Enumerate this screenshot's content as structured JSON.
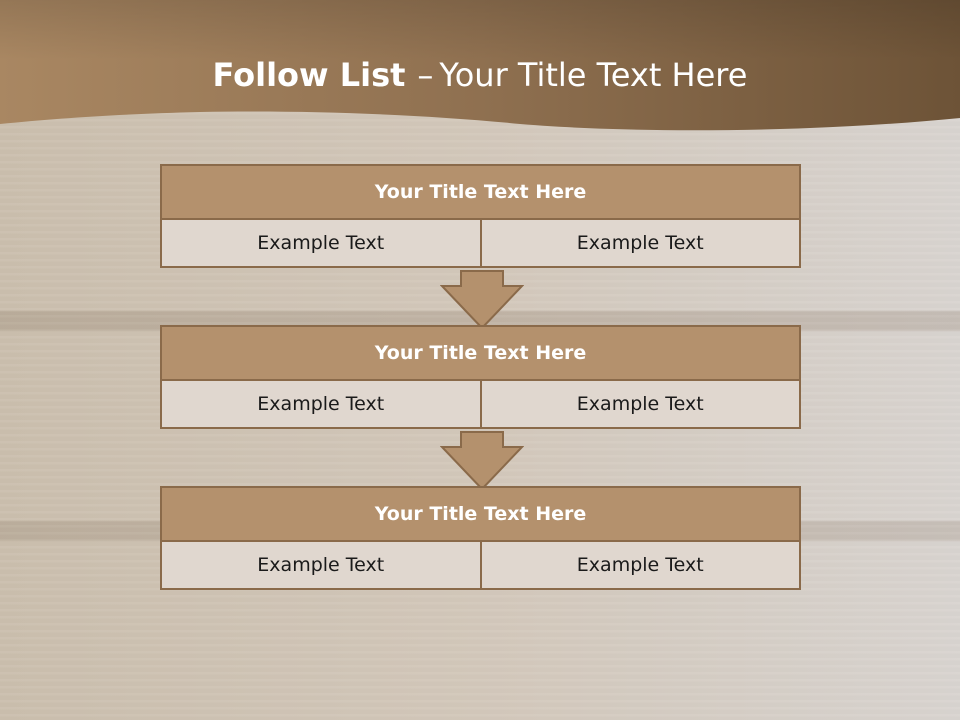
{
  "header": {
    "title_bold": "Follow List",
    "title_dash": "–",
    "title_rest": "Your Title Text Here"
  },
  "colors": {
    "header_band": "#8b6e4f",
    "block_title": "#b4916d",
    "block_cell": "#e0d7cf",
    "border": "#8a6a4a"
  },
  "blocks": [
    {
      "title": "Your Title Text Here",
      "left": "Example Text",
      "right": "Example Text"
    },
    {
      "title": "Your Title Text Here",
      "left": "Example Text",
      "right": "Example Text"
    },
    {
      "title": "Your Title Text Here",
      "left": "Example Text",
      "right": "Example Text"
    }
  ]
}
